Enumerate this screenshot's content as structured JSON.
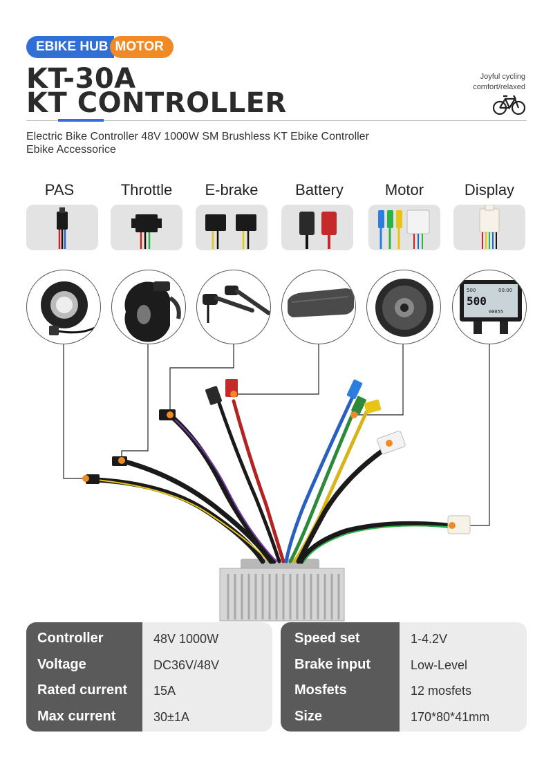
{
  "header": {
    "badge_left": "EBIKE HUB",
    "badge_right": "MOTOR",
    "title_line1": "KT-30A",
    "title_line2": "KT CONTROLLER",
    "tagline_line1": "Joyful cycling",
    "tagline_line2": "comfort/relaxed"
  },
  "description": {
    "line1": "Electric Bike Controller 48V 1000W  SM Brushless KT Ebike Controller",
    "line2": "Ebike Accessorice"
  },
  "connectors": [
    {
      "label": "PAS",
      "icon": "pas-connector-icon"
    },
    {
      "label": "Throttle",
      "icon": "throttle-connector-icon"
    },
    {
      "label": "E-brake",
      "icon": "ebrake-connector-icon"
    },
    {
      "label": "Battery",
      "icon": "battery-connector-icon"
    },
    {
      "label": "Motor",
      "icon": "motor-connector-icon"
    },
    {
      "label": "Display",
      "icon": "display-connector-icon"
    }
  ],
  "display_screen": {
    "top_left": "500",
    "top_right": "00:00",
    "speed": "500",
    "bottom": "00055"
  },
  "specs_left": [
    {
      "key": "Controller",
      "value": "48V 1000W"
    },
    {
      "key": "Voltage",
      "value": "DC36V/48V"
    },
    {
      "key": "Rated current",
      "value": "15A"
    },
    {
      "key": "Max current",
      "value": "30±1A"
    }
  ],
  "specs_right": [
    {
      "key": "Speed set",
      "value": "1-4.2V"
    },
    {
      "key": "Brake input",
      "value": "Low-Level"
    },
    {
      "key": "Mosfets",
      "value": "12 mosfets"
    },
    {
      "key": "Size",
      "value": "170*80*41mm"
    }
  ],
  "colors": {
    "badge_blue": "#2f6fd6",
    "badge_orange": "#f08a24",
    "marker_orange": "#f08a24",
    "spec_key_bg": "#5a5a5a",
    "spec_value_bg": "#ececec"
  }
}
